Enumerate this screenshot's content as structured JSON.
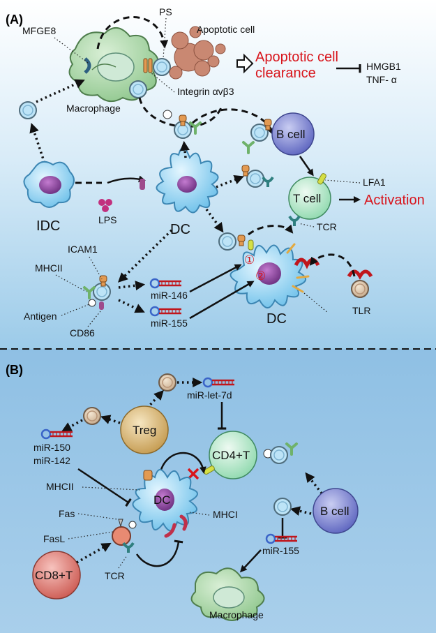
{
  "panels": {
    "a": "(A)",
    "b": "(B)"
  },
  "labels_a": {
    "mfge8": "MFGE8",
    "ps": "PS",
    "apoptotic_cell": "Apoptotic cell",
    "integrin": "Integrin αvβ3",
    "macrophage": "Macrophage",
    "clearance_line1": "Apoptotic cell",
    "clearance_line2": "clearance",
    "hmgb1": "HMGB1",
    "tnf": "TNF- α",
    "b_cell": "B cell",
    "lfa1": "LFA1",
    "t_cell": "T cell",
    "activation": "Activation",
    "idc": "IDC",
    "lps": "LPS",
    "dc_top": "DC",
    "tcr": "TCR",
    "icam1": "ICAM1",
    "mhcii": "MHCII",
    "antigen": "Antigen",
    "cd86": "CD86",
    "mir146": "miR-146",
    "mir155": "miR-155",
    "num1": "①",
    "num2": "②",
    "dc_bottom": "DC",
    "tlr": "TLR"
  },
  "labels_b": {
    "mir_let7d": "miR-let-7d",
    "treg": "Treg",
    "mir150": "miR-150",
    "mir142": "miR-142",
    "cd4t": "CD4+T",
    "mhcii": "MHCII",
    "dc": "DC",
    "fas": "Fas",
    "fasl": "FasL",
    "mhci": "MHCI",
    "b_cell": "B cell",
    "mir155": "miR-155",
    "cd8t": "CD8+T",
    "tcr": "TCR",
    "macrophage": "Macrophage"
  },
  "colors": {
    "panel_a_top": "#ffffff",
    "panel_a_bottom": "#9ccbe9",
    "panel_b": "#9dc6e6",
    "highlight_red": "#d8141b",
    "dc_blue": "#8fd0f0",
    "macrophage_green": "#a9d3a7",
    "b_cell_purple": "#7b84cf",
    "t_cell_green": "#bfe8cf",
    "treg_tan": "#d8b878",
    "cd8_red": "#e0807a",
    "nucleus_purple": "#8a4c9c"
  }
}
